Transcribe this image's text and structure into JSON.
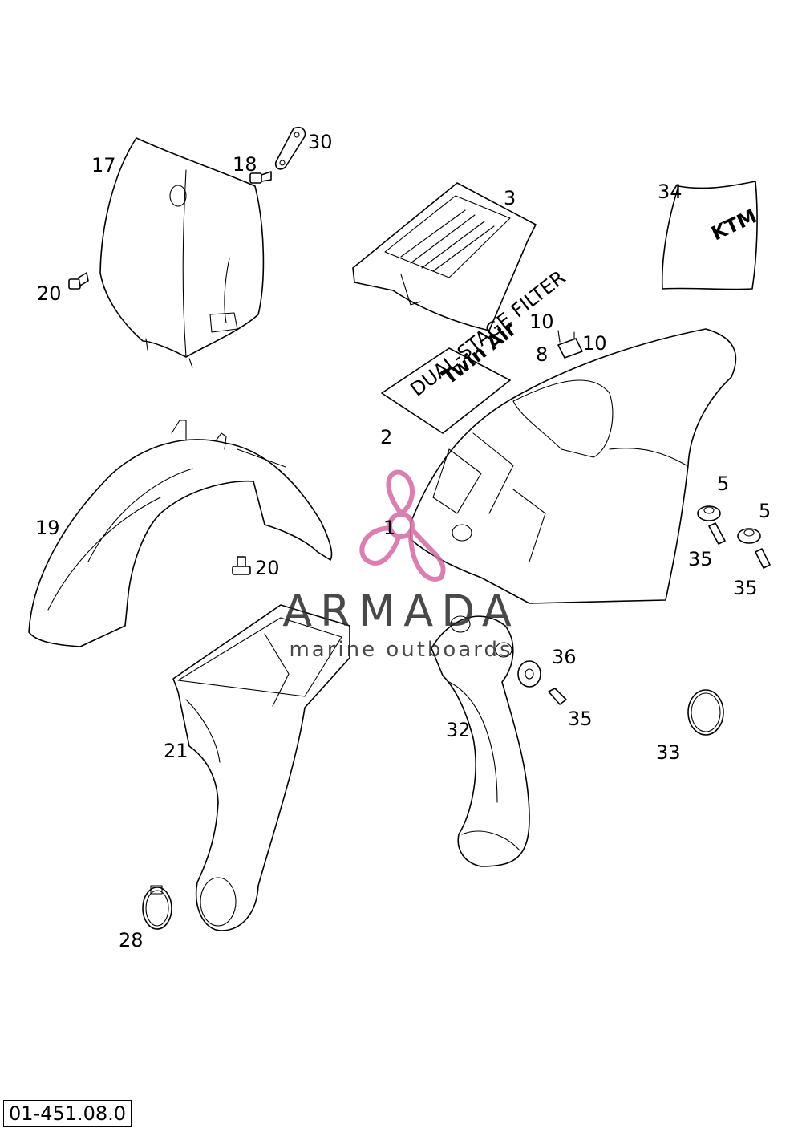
{
  "diagram": {
    "reference_number": "01-451.08.0",
    "callouts": [
      {
        "id": "c17",
        "label": "17"
      },
      {
        "id": "c18",
        "label": "18"
      },
      {
        "id": "c30",
        "label": "30"
      },
      {
        "id": "c3",
        "label": "3"
      },
      {
        "id": "c34",
        "label": "34"
      },
      {
        "id": "c20a",
        "label": "20"
      },
      {
        "id": "c10a",
        "label": "10"
      },
      {
        "id": "c10b",
        "label": "10"
      },
      {
        "id": "c8",
        "label": "8"
      },
      {
        "id": "c2",
        "label": "2"
      },
      {
        "id": "c19",
        "label": "19"
      },
      {
        "id": "c1",
        "label": "1"
      },
      {
        "id": "c5a",
        "label": "5"
      },
      {
        "id": "c5b",
        "label": "5"
      },
      {
        "id": "c35a",
        "label": "35"
      },
      {
        "id": "c35b",
        "label": "35"
      },
      {
        "id": "c20b",
        "label": "20"
      },
      {
        "id": "c36",
        "label": "36"
      },
      {
        "id": "c35c",
        "label": "35"
      },
      {
        "id": "c21",
        "label": "21"
      },
      {
        "id": "c32",
        "label": "32"
      },
      {
        "id": "c33",
        "label": "33"
      },
      {
        "id": "c28",
        "label": "28"
      }
    ],
    "filter_text_main": "Twin Air",
    "filter_text_sub": "DUAL-STAGE FILTER",
    "decal_brand": "KTM"
  },
  "watermark": {
    "brand": "ARMADA",
    "tagline": "marine outboards",
    "color": "#d36aa3"
  }
}
